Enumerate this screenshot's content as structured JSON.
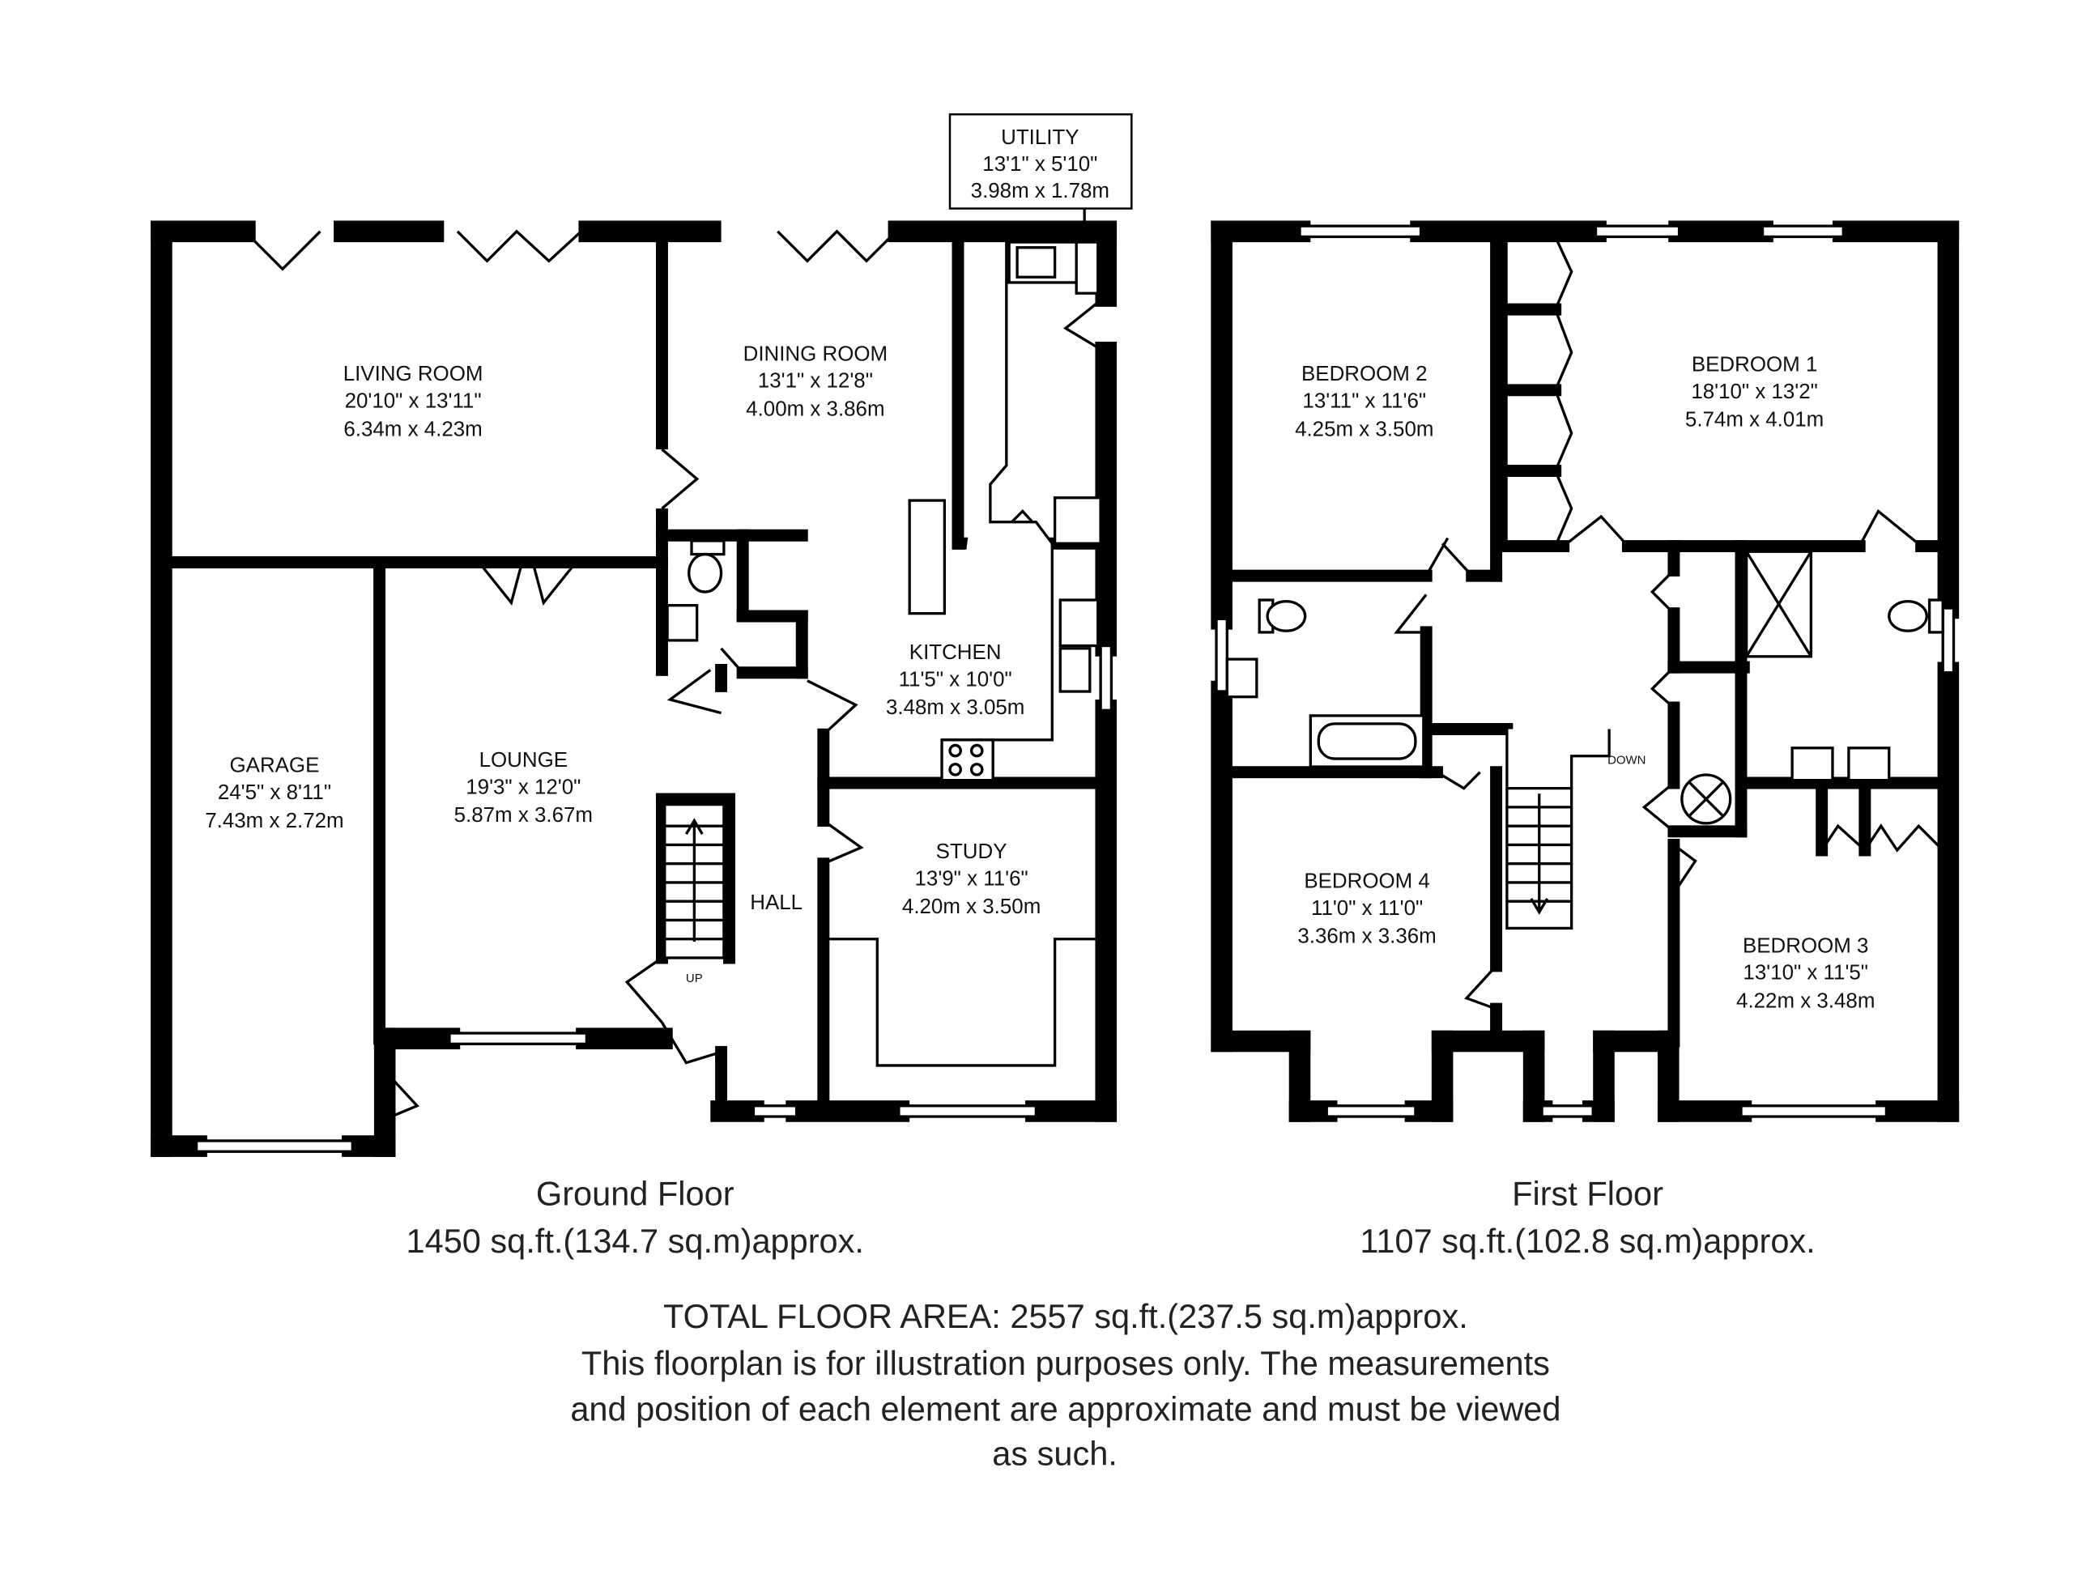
{
  "ground_floor": {
    "title": "Ground Floor",
    "area": "1450 sq.ft.(134.7 sq.m)approx.",
    "rooms": {
      "living_room": {
        "name": "LIVING ROOM",
        "imperial": "20'10\" x 13'11\"",
        "metric": "6.34m x 4.23m"
      },
      "dining_room": {
        "name": "DINING ROOM",
        "imperial": "13'1\" x 12'8\"",
        "metric": "4.00m x 3.86m"
      },
      "utility": {
        "name": "UTILITY",
        "imperial": "13'1\" x 5'10\"",
        "metric": "3.98m x 1.78m"
      },
      "kitchen": {
        "name": "KITCHEN",
        "imperial": "11'5\" x 10'0\"",
        "metric": "3.48m x 3.05m"
      },
      "garage": {
        "name": "GARAGE",
        "imperial": "24'5\" x 8'11\"",
        "metric": "7.43m x 2.72m"
      },
      "lounge": {
        "name": "LOUNGE",
        "imperial": "19'3\" x 12'0\"",
        "metric": "5.87m x 3.67m"
      },
      "study": {
        "name": "STUDY",
        "imperial": "13'9\" x 11'6\"",
        "metric": "4.20m x 3.50m"
      },
      "hall": {
        "name": "HALL"
      }
    },
    "stairs_label": "UP"
  },
  "first_floor": {
    "title": "First Floor",
    "area": "1107 sq.ft.(102.8 sq.m)approx.",
    "rooms": {
      "bedroom_2": {
        "name": "BEDROOM 2",
        "imperial": "13'11\" x 11'6\"",
        "metric": "4.25m x 3.50m"
      },
      "bedroom_1": {
        "name": "BEDROOM 1",
        "imperial": "18'10\" x 13'2\"",
        "metric": "5.74m x 4.01m"
      },
      "bedroom_4": {
        "name": "BEDROOM 4",
        "imperial": "11'0\" x 11'0\"",
        "metric": "3.36m x 3.36m"
      },
      "bedroom_3": {
        "name": "BEDROOM 3",
        "imperial": "13'10\" x 11'5\"",
        "metric": "4.22m x 3.48m"
      }
    },
    "stairs_label": "DOWN"
  },
  "summary": {
    "total": "TOTAL FLOOR AREA: 2557 sq.ft.(237.5 sq.m)approx.",
    "disclaimer_lines": [
      "This floorplan is for illustration purposes only. The measurements",
      "and position of each element are approximate and must be viewed",
      "as such."
    ]
  }
}
